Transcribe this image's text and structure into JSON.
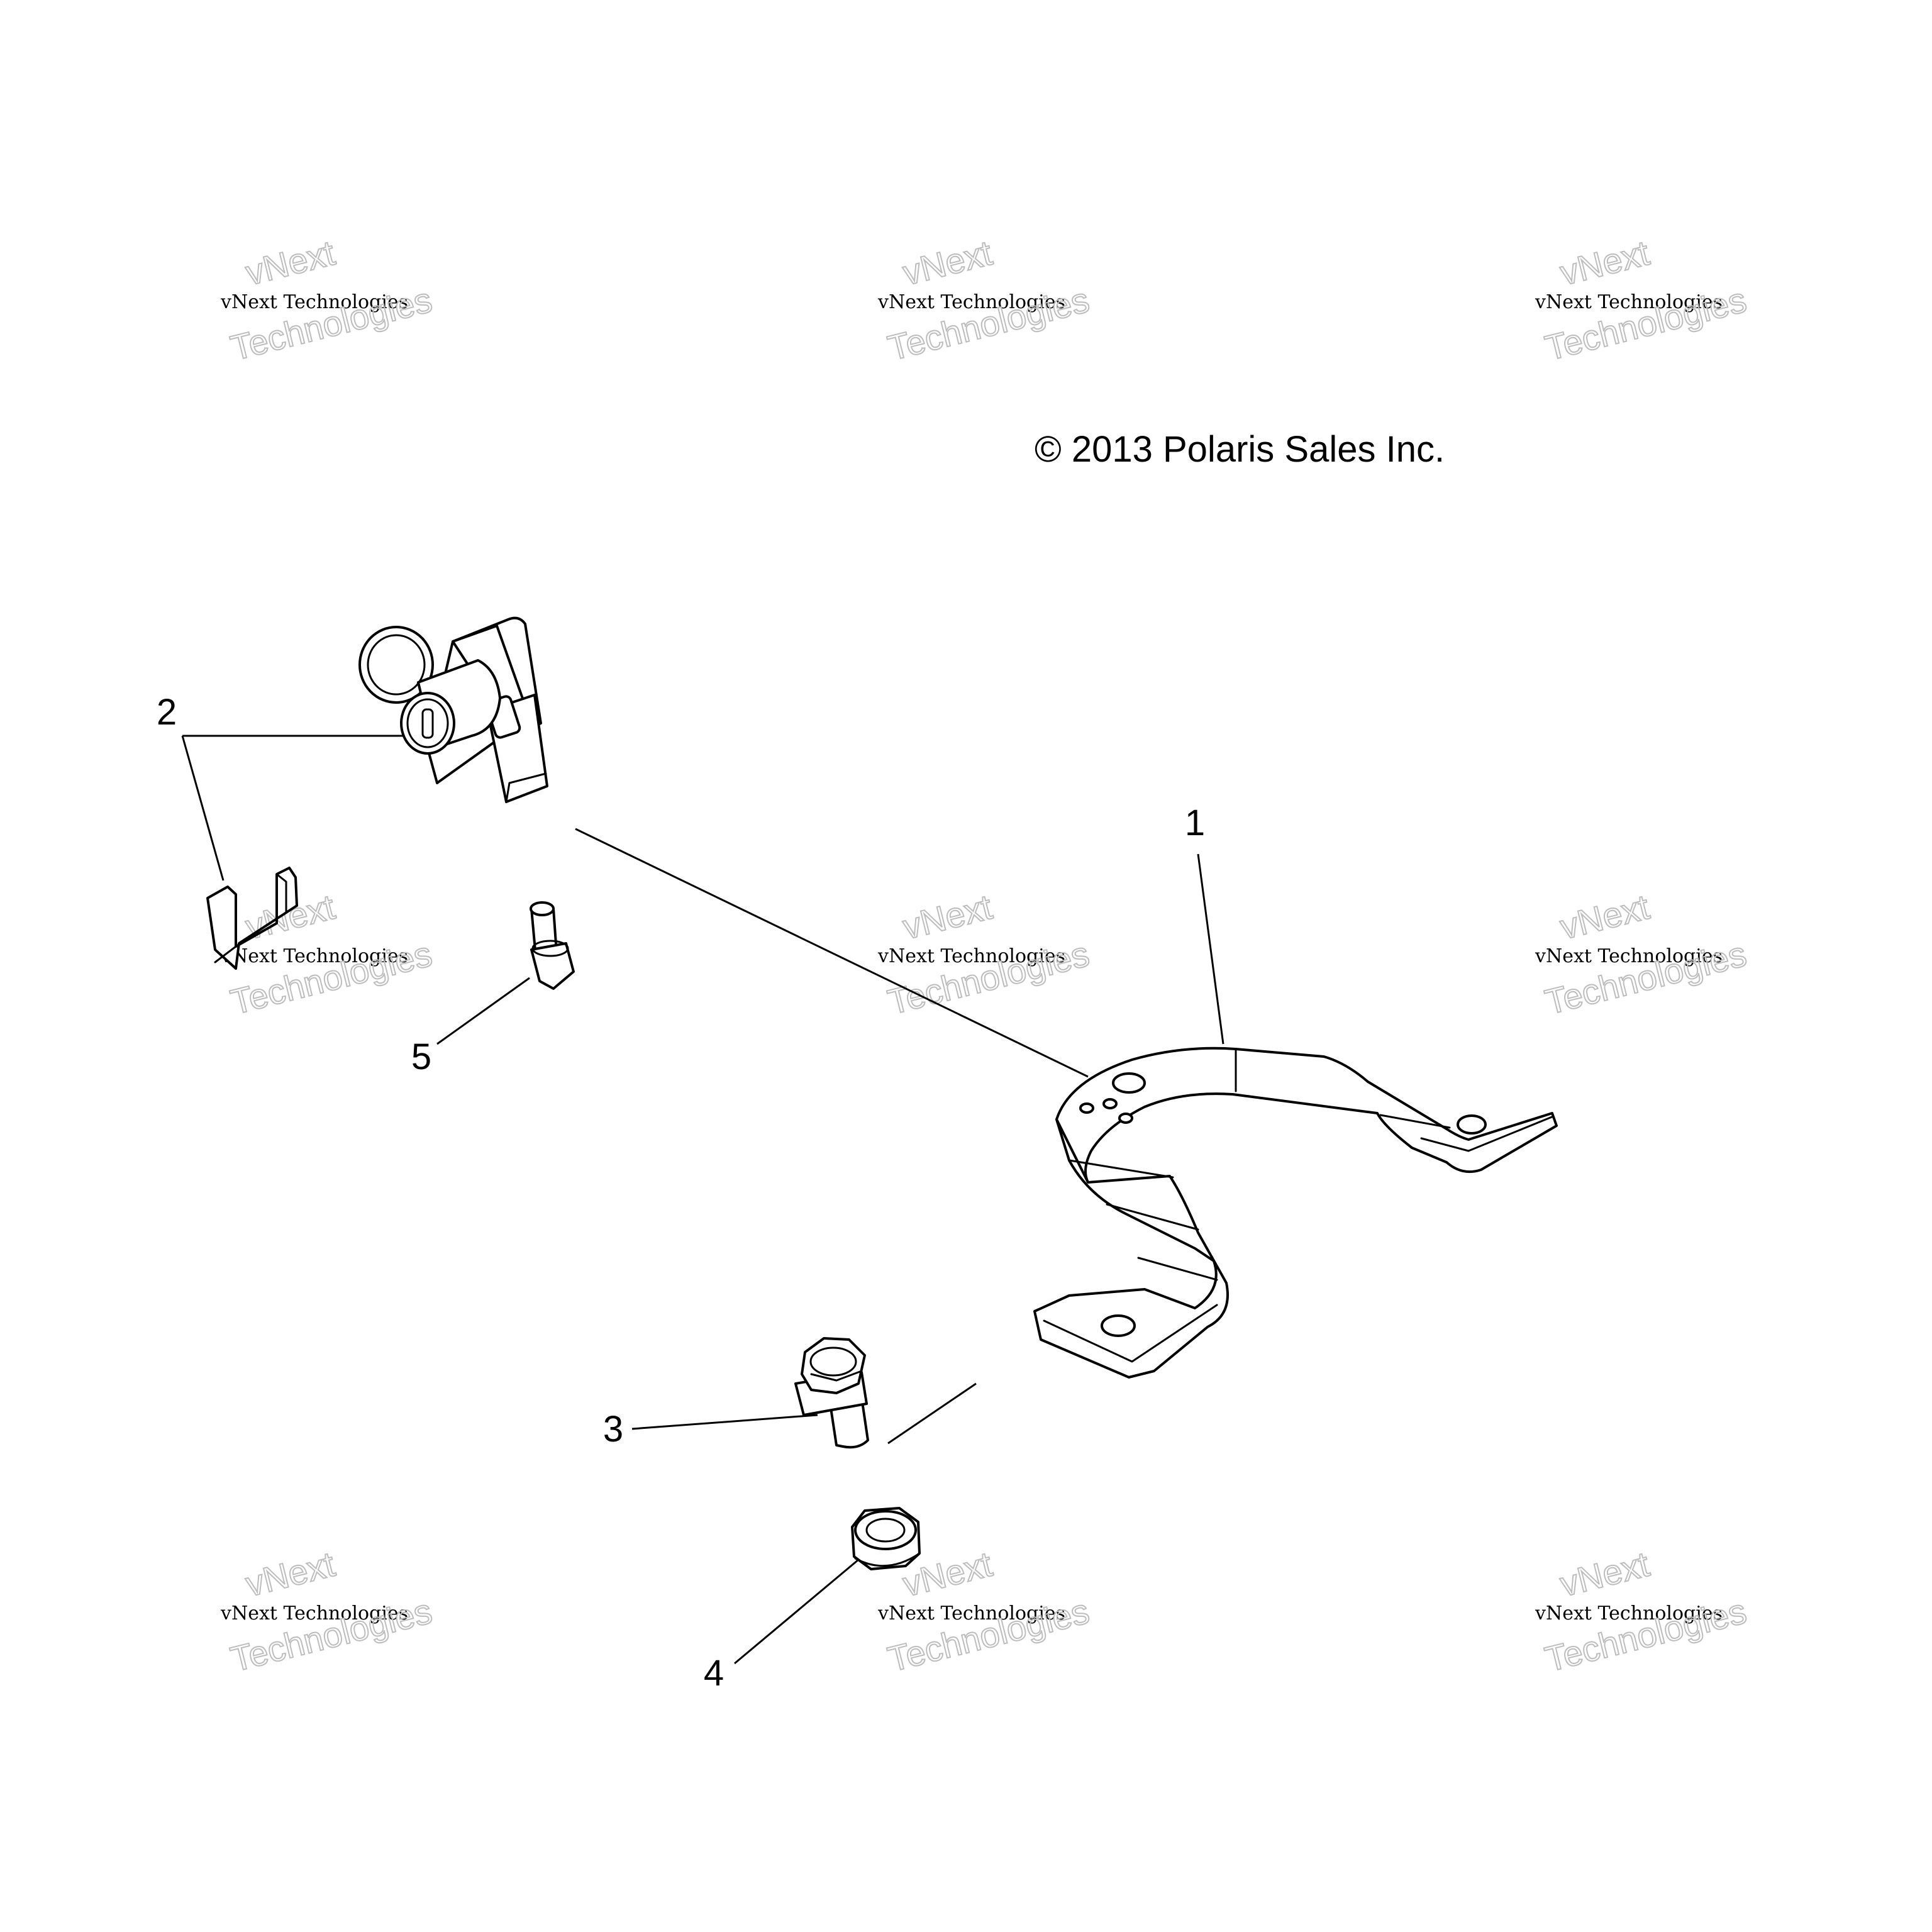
{
  "copyright": "© 2013 Polaris Sales Inc.",
  "watermark": {
    "line_top": "vNext",
    "line_small": "vNext Technologies",
    "line_bottom": "Technologies"
  },
  "callouts": [
    {
      "id": "1",
      "label": "1",
      "part": "bracket"
    },
    {
      "id": "2",
      "label": "2",
      "part": "ignition-key-switch"
    },
    {
      "id": "3",
      "label": "3",
      "part": "flange-bolt"
    },
    {
      "id": "4",
      "label": "4",
      "part": "flange-nut"
    },
    {
      "id": "5",
      "label": "5",
      "part": "screw"
    }
  ]
}
